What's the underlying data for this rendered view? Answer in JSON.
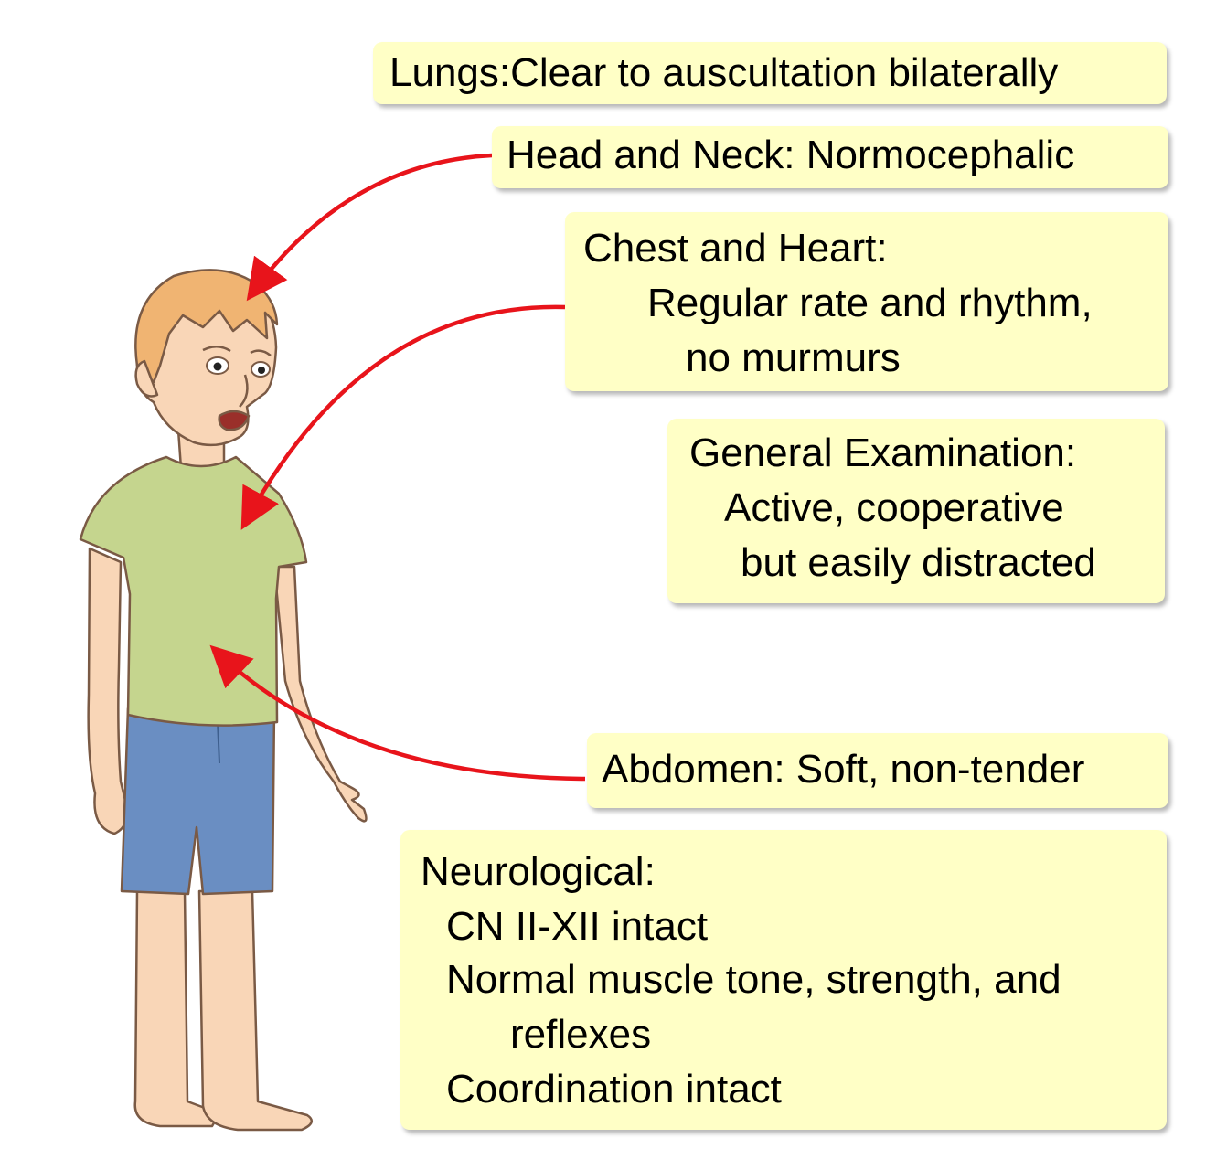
{
  "findings": {
    "lungs": {
      "text": "Lungs:Clear to auscultation bilaterally"
    },
    "head_neck": {
      "text": "Head and Neck: Normocephalic"
    },
    "chest_heart": {
      "heading": "Chest and Heart:",
      "line1": "Regular rate and rhythm,",
      "line2": "no murmurs"
    },
    "general": {
      "heading": "General Examination:",
      "line1": "Active, cooperative",
      "line2": "but easily distracted"
    },
    "abdomen": {
      "text": "Abdomen: Soft, non-tender"
    },
    "neuro": {
      "heading": "Neurological:",
      "line1": "CN II-XII intact",
      "line2": "Normal muscle tone, strength, and",
      "line3": "reflexes",
      "line4": "Coordination intact"
    }
  },
  "colors": {
    "box_fill": "#ffffc6",
    "arrow": "#e8141b",
    "shirt": "#c5d58e",
    "shorts": "#6a8ec2",
    "skin": "#f9d6b7",
    "hair": "#f0b472"
  }
}
